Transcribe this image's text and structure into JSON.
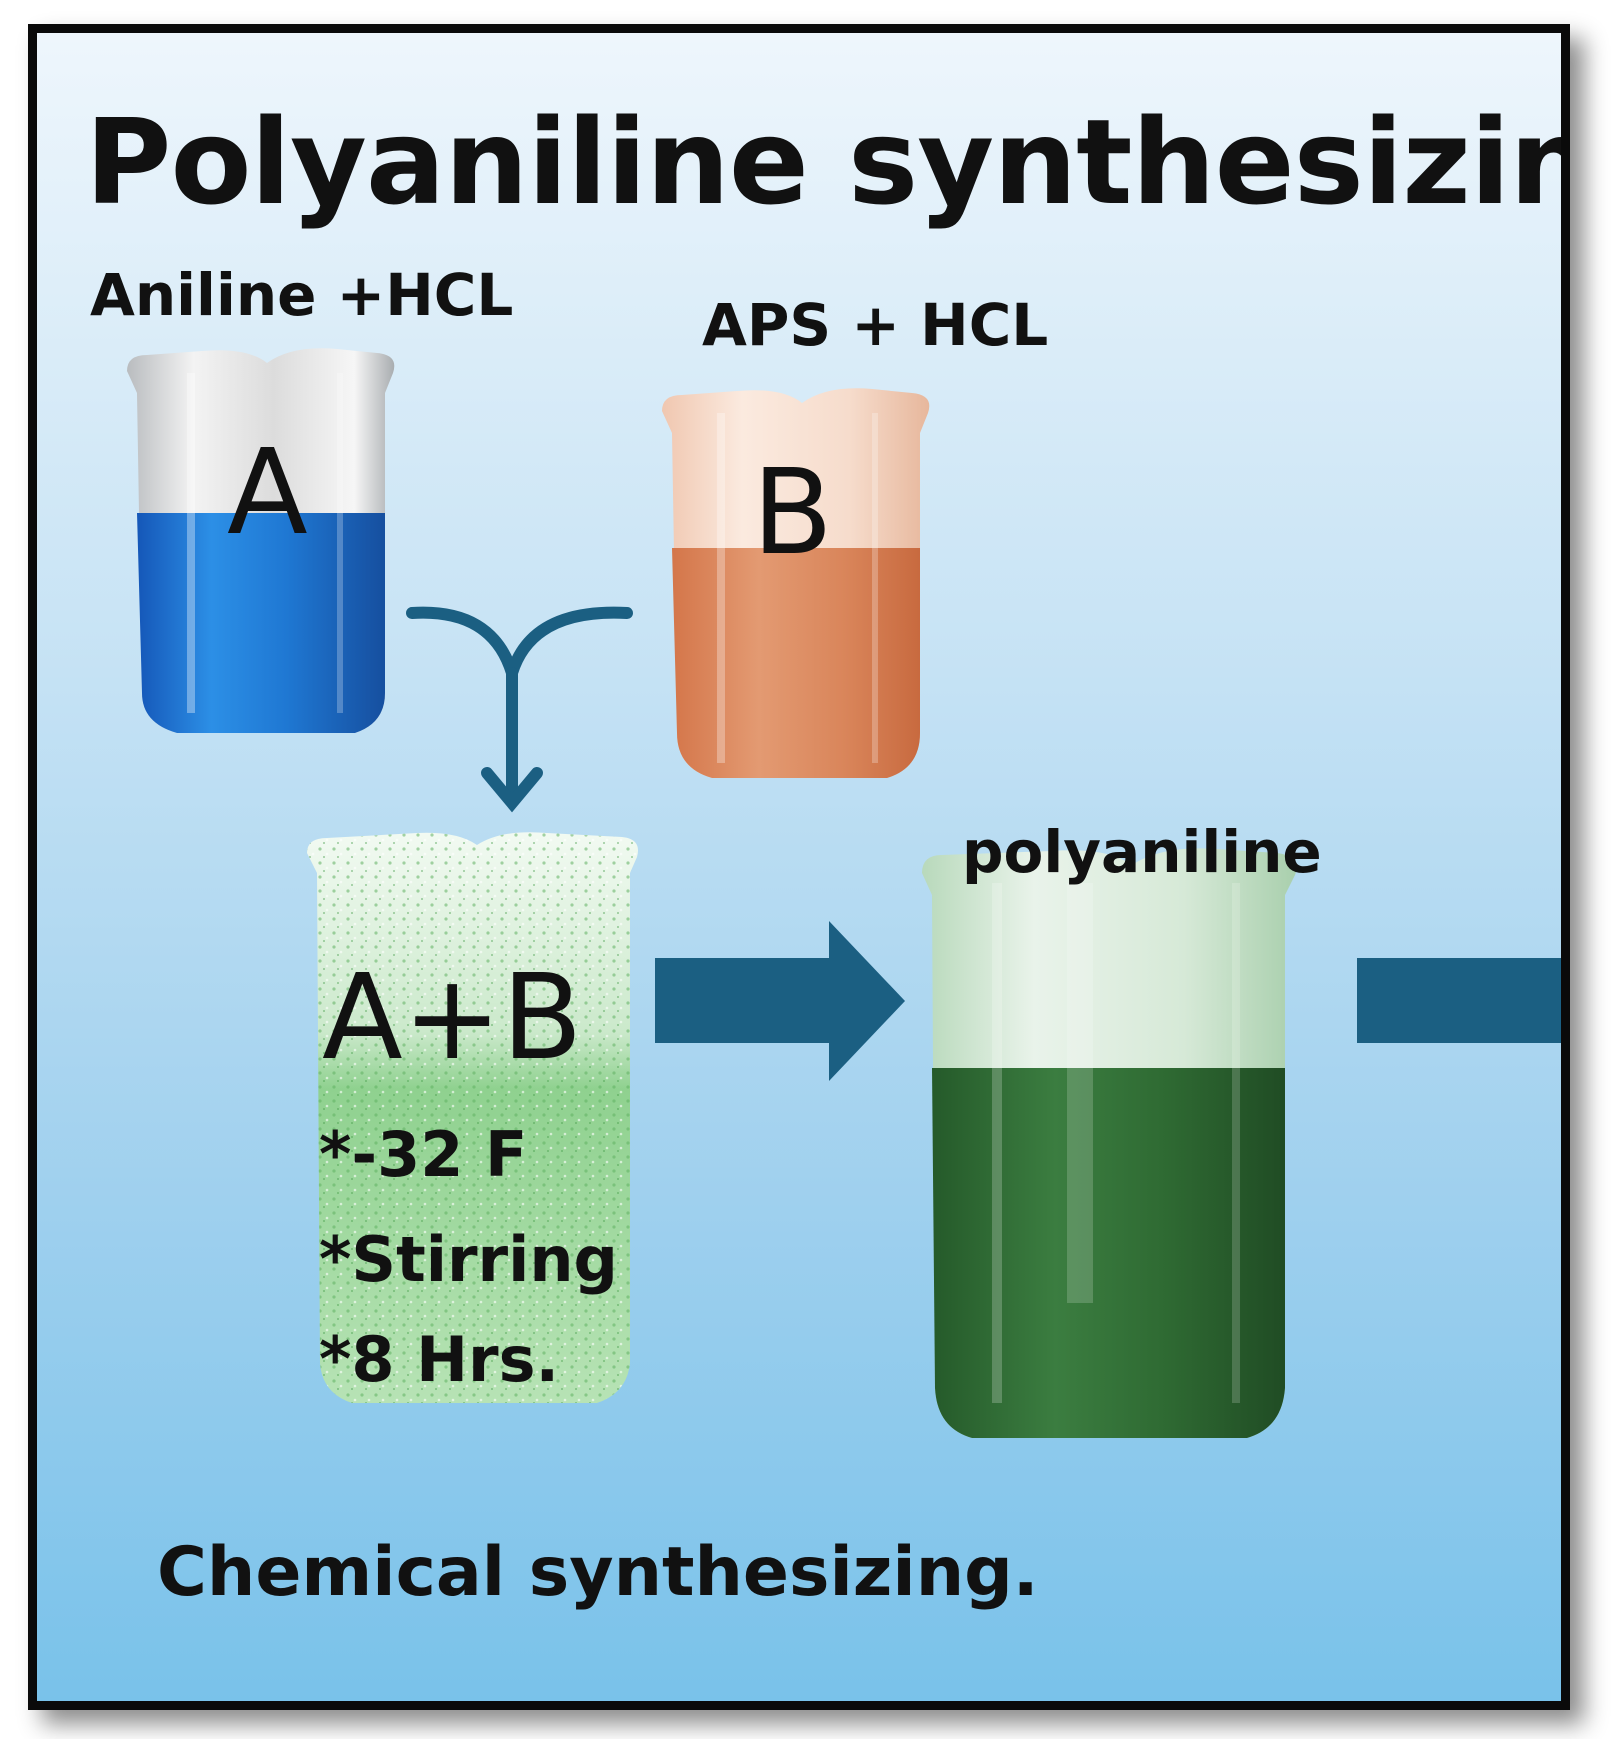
{
  "title": "Polyaniline synthesizing",
  "beaker_a": {
    "label": "Aniline +HCL",
    "letter": "A",
    "liquid_color": "#1f7fd6"
  },
  "beaker_b": {
    "label": "APS + HCL",
    "letter": "B",
    "liquid_color": "#d9855a"
  },
  "mixture": {
    "letter": "A+B",
    "liquid_color": "#8fd18f",
    "conditions": [
      "*-32 F",
      "*Stirring",
      "*8 Hrs."
    ]
  },
  "product": {
    "label": "polyaniline",
    "liquid_color": "#2f6b33"
  },
  "footer": "Chemical synthesizing.",
  "colors": {
    "arrow": "#1b5f82",
    "frame": "#0a0a0a"
  }
}
